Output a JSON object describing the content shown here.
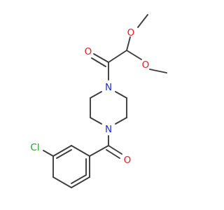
{
  "molecule": {
    "atoms": [
      {
        "id": "o_methoxy1",
        "label": "O",
        "color": "#e8191e"
      },
      {
        "id": "o_methoxy2",
        "label": "O",
        "color": "#e8191e"
      },
      {
        "id": "o_ketone",
        "label": "O",
        "color": "#e8191e"
      },
      {
        "id": "n_top",
        "label": "N",
        "color": "#1f2bd6"
      },
      {
        "id": "n_bottom",
        "label": "N",
        "color": "#1f2bd6"
      },
      {
        "id": "o_benzoyl",
        "label": "O",
        "color": "#e8191e"
      },
      {
        "id": "cl",
        "label": "Cl",
        "color": "#21a321"
      }
    ],
    "bond_color": "#3d3d3d"
  }
}
